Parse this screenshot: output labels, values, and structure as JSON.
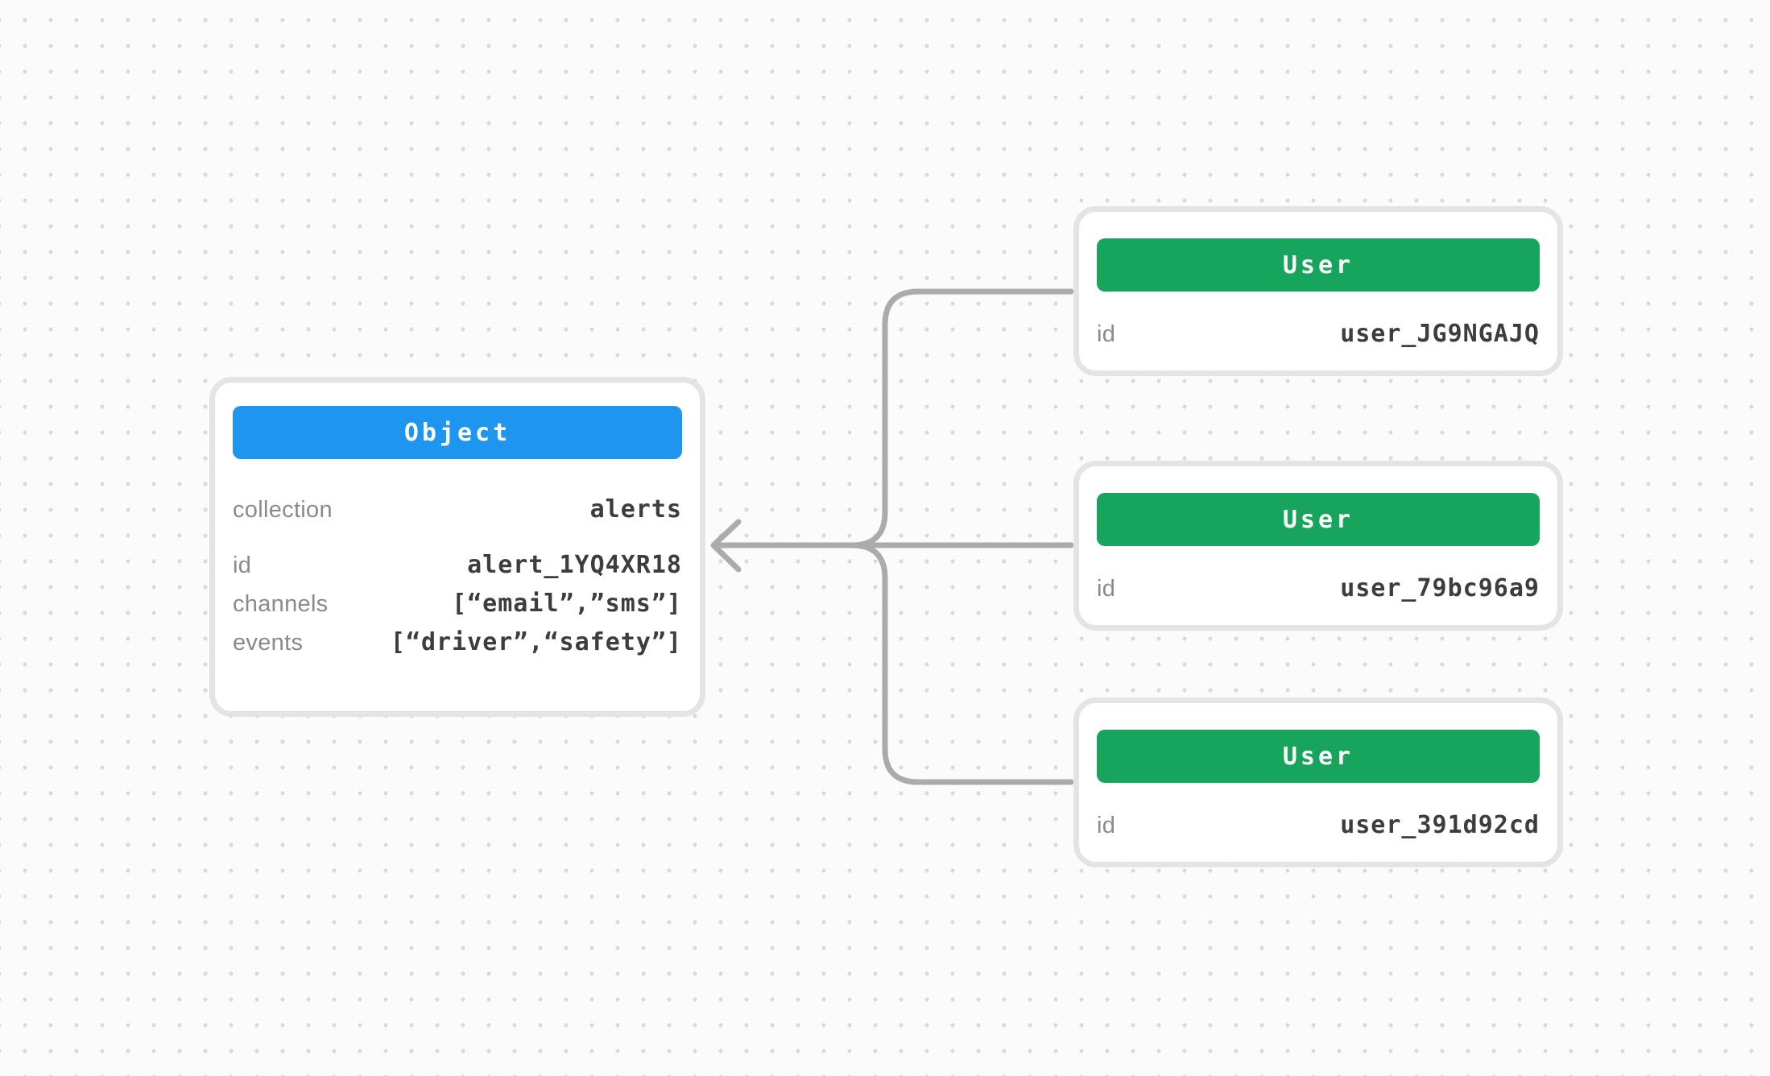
{
  "object_card": {
    "header_label": "Object",
    "fields": [
      {
        "label": "collection",
        "value": "alerts"
      },
      {
        "label": "id",
        "value": "alert_1YQ4XR18"
      },
      {
        "label": "channels",
        "value": "[“email”,”sms”]"
      },
      {
        "label": "events",
        "value": "[“driver”,“safety”]"
      }
    ]
  },
  "user_cards": [
    {
      "header_label": "User",
      "fields": [
        {
          "label": "id",
          "value": "user_JG9NGAJQ"
        }
      ]
    },
    {
      "header_label": "User",
      "fields": [
        {
          "label": "id",
          "value": "user_79bc96a9"
        }
      ]
    },
    {
      "header_label": "User",
      "fields": [
        {
          "label": "id",
          "value": "user_391d92cd"
        }
      ]
    }
  ],
  "colors": {
    "object_header": "#1E96F0",
    "user_header": "#17A45C",
    "connector": "#ABABAB"
  }
}
